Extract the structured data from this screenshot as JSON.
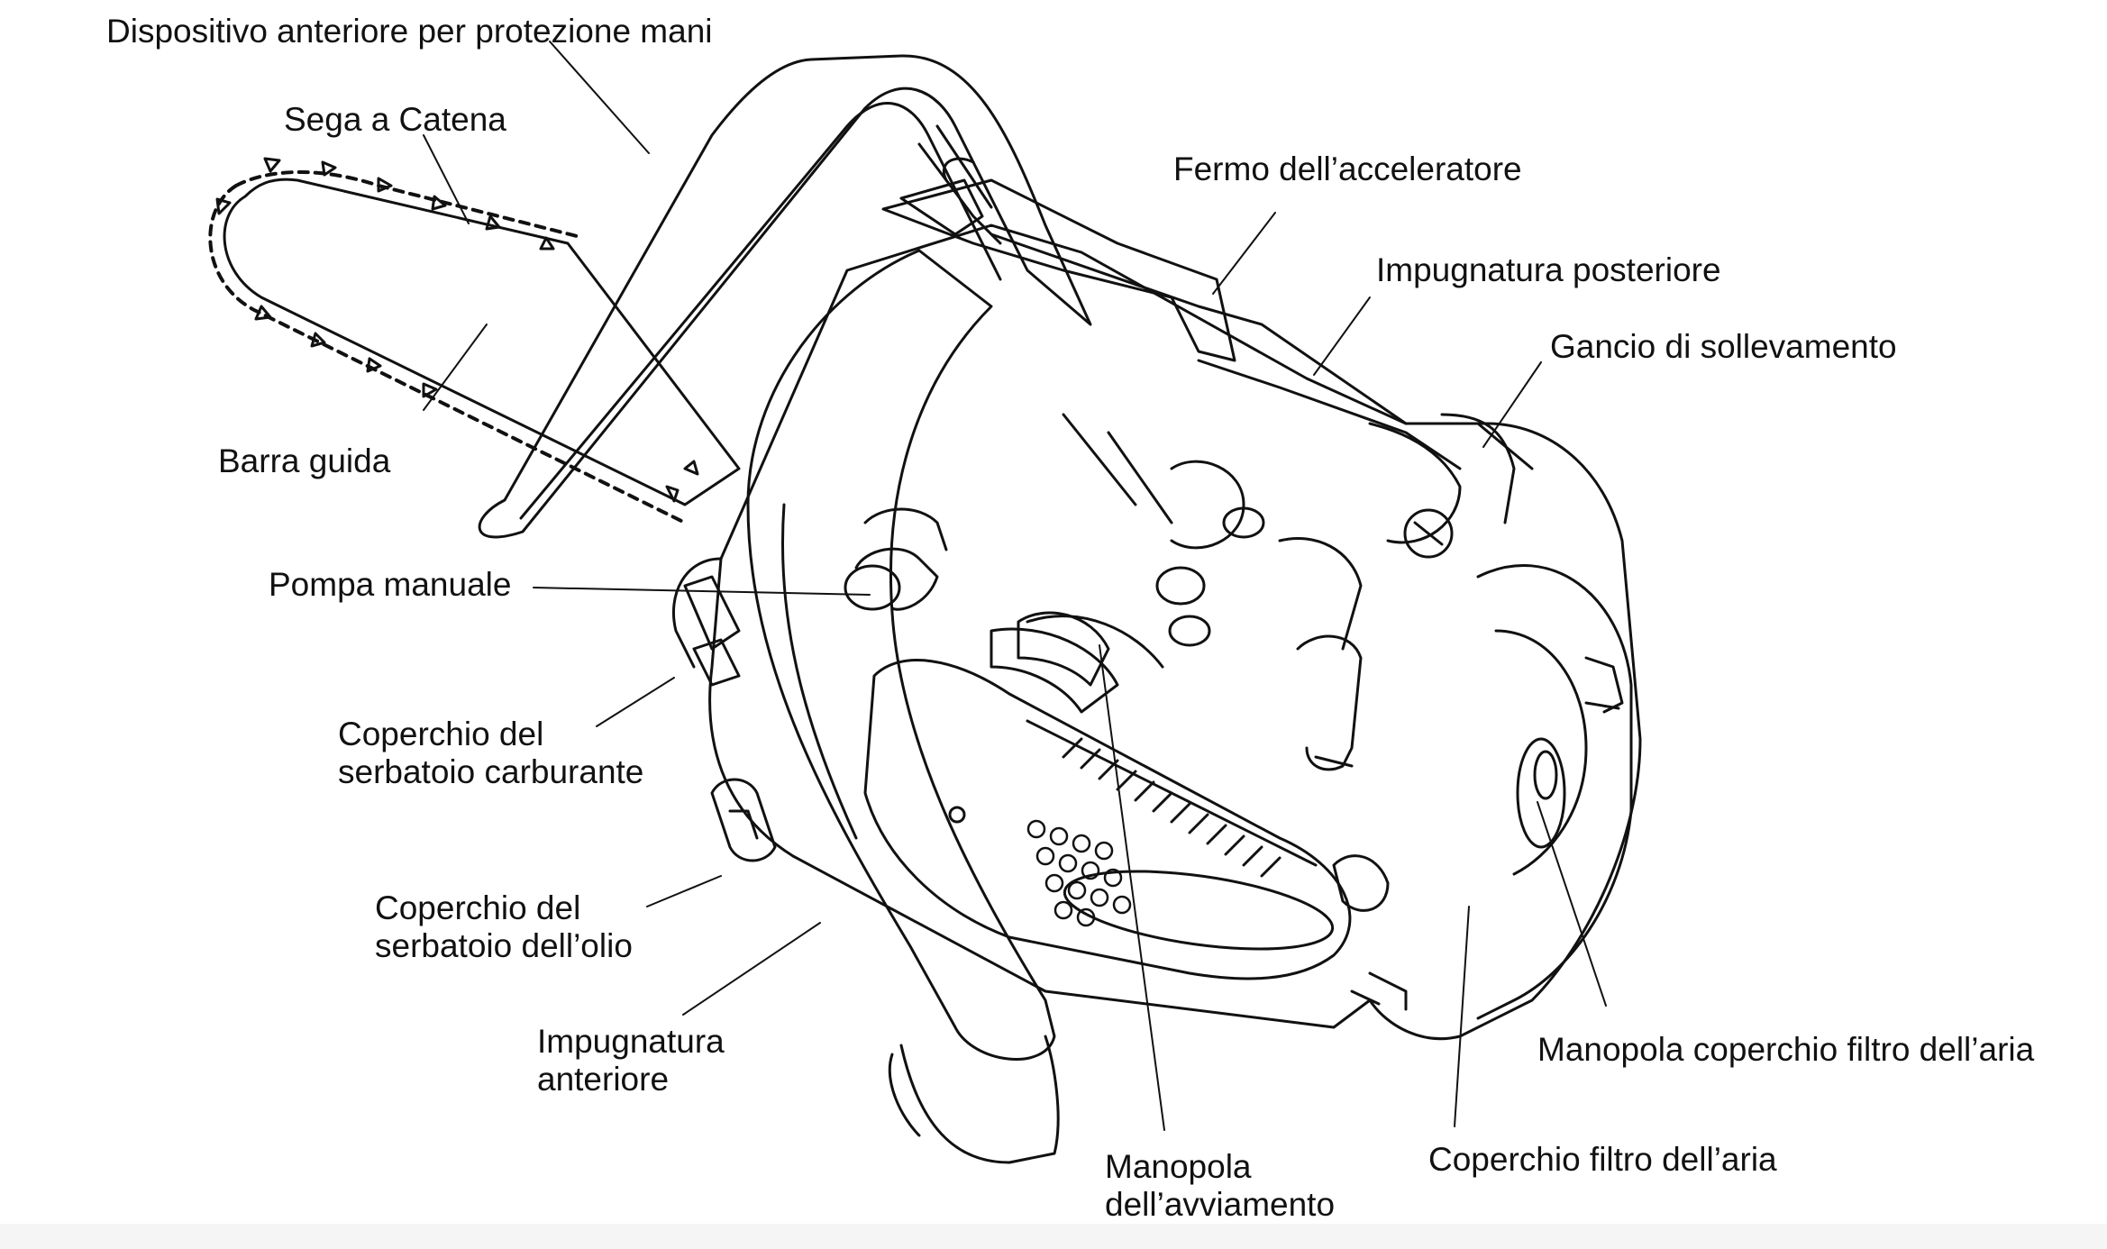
{
  "diagram": {
    "labels": {
      "front_hand_guard": "Dispositivo anteriore per protezione mani",
      "saw_chain": "Sega a Catena",
      "guide_bar": "Barra guida",
      "primer_pump": "Pompa manuale",
      "fuel_cap_line1": "Coperchio del",
      "fuel_cap_line2": "serbatoio carburante",
      "oil_cap_line1": "Coperchio del",
      "oil_cap_line2": "serbatoio dell’olio",
      "front_handle_line1": "Impugnatura",
      "front_handle_line2": "anteriore",
      "throttle_lock": "Fermo dell’acceleratore",
      "rear_handle": "Impugnatura posteriore",
      "hanger": "Gancio di sollevamento",
      "air_filter_knob": "Manopola coperchio filtro dell’aria",
      "air_filter_cover": "Coperchio filtro dell’aria",
      "starter_grip_line1": "Manopola",
      "starter_grip_line2": "dell’avviamento"
    }
  }
}
